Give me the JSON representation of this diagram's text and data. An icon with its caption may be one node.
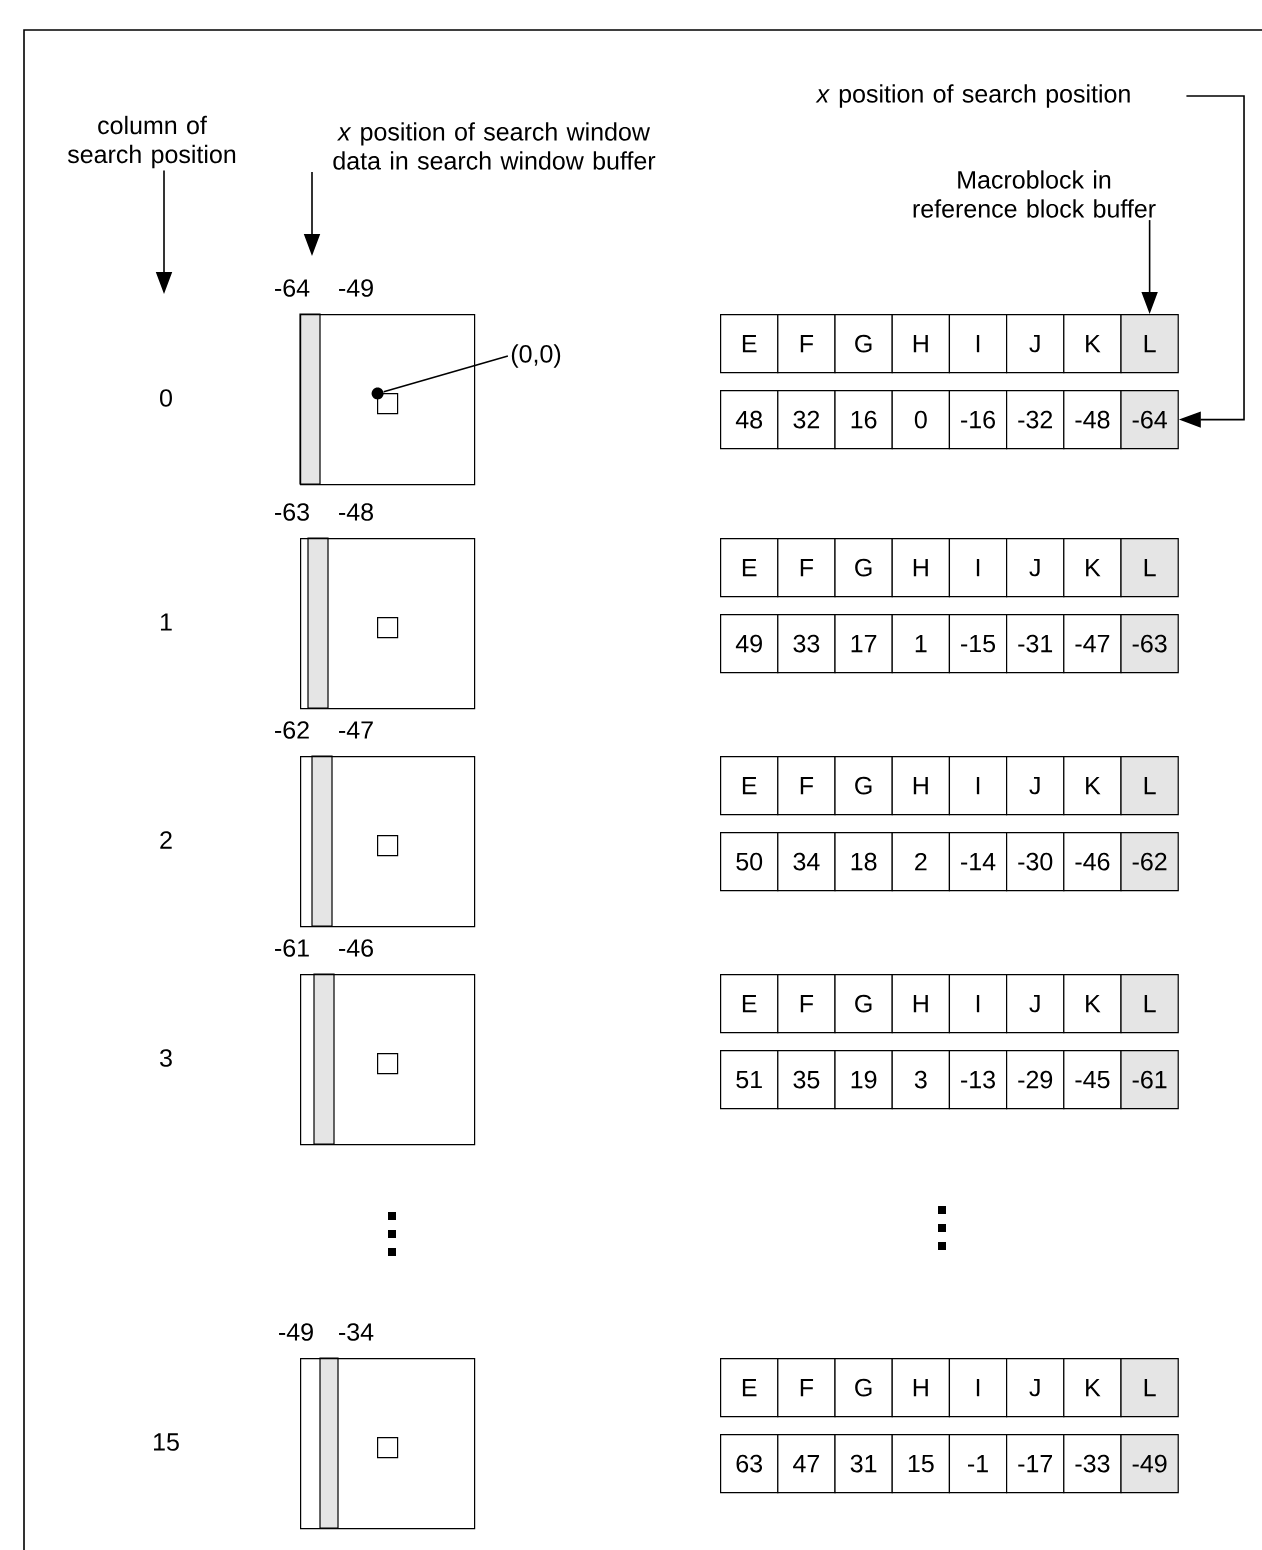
{
  "diagram": {
    "nodes": [
      {
        "text": [
          "column of search position"
        ]
      },
      {
        "text": [
          "*x* position of search window data in search window buffer"
        ]
      },
      {
        "text": [
          "*x* position of search position"
        ]
      },
      {
        "text": [
          "Macroblock in reference block buffer"
        ]
      },
      {
        "text": [
          "(0,0)"
        ]
      },
      {
        "text": [],
        "shape": "box"
      },
      {
        "text": [],
        "shape": "box",
        "in": 5
      },
      {
        "text": [
          "E"
        ]
      },
      {
        "text": [
          "F"
        ]
      },
      {
        "text": [
          "G"
        ]
      },
      {
        "text": [
          "H"
        ]
      },
      {
        "text": [
          "I"
        ]
      },
      {
        "text": [
          "J"
        ]
      },
      {
        "text": [
          "K"
        ]
      },
      {
        "text": [
          "L"
        ]
      },
      {
        "text": [
          "48"
        ]
      },
      {
        "text": [
          "32"
        ]
      },
      {
        "text": [
          "16"
        ]
      },
      {
        "text": [
          "0"
        ]
      },
      {
        "text": [
          "-16"
        ]
      },
      {
        "text": [
          "-32"
        ]
      },
      {
        "text": [
          "-48"
        ]
      },
      {
        "text": [
          "-64"
        ]
      },
      {
        "text": [],
        "shape": "box"
      },
      {
        "text": [],
        "shape": "box",
        "in": 23
      },
      {
        "text": [
          "E"
        ]
      },
      {
        "text": [
          "F"
        ]
      },
      {
        "text": [
          "G"
        ]
      },
      {
        "text": [
          "H"
        ]
      },
      {
        "text": [
          "I"
        ]
      },
      {
        "text": [
          "J"
        ]
      },
      {
        "text": [
          "K"
        ]
      },
      {
        "text": [
          "L"
        ]
      },
      {
        "text": [
          "49"
        ]
      },
      {
        "text": [
          "33"
        ]
      },
      {
        "text": [
          "17"
        ]
      },
      {
        "text": [
          "1"
        ]
      },
      {
        "text": [
          "-15"
        ]
      },
      {
        "text": [
          "-31"
        ]
      },
      {
        "text": [
          "-47"
        ]
      },
      {
        "text": [
          "-63"
        ]
      },
      {
        "text": [],
        "shape": "box"
      },
      {
        "text": [],
        "shape": "box",
        "in": 41
      },
      {
        "text": [
          "E"
        ]
      },
      {
        "text": [
          "F"
        ]
      },
      {
        "text": [
          "G"
        ]
      },
      {
        "text": [
          "H"
        ]
      },
      {
        "text": [
          "I"
        ]
      },
      {
        "text": [
          "J"
        ]
      },
      {
        "text": [
          "K"
        ]
      },
      {
        "text": [
          "L"
        ]
      },
      {
        "text": [
          "50"
        ]
      },
      {
        "text": [
          "34"
        ]
      },
      {
        "text": [
          "18"
        ]
      },
      {
        "text": [
          "2"
        ]
      },
      {
        "text": [
          "-14"
        ]
      },
      {
        "text": [
          "-30"
        ]
      },
      {
        "text": [
          "-46"
        ]
      },
      {
        "text": [
          "-62"
        ]
      },
      {
        "text": [],
        "shape": "box"
      },
      {
        "text": [],
        "shape": "box",
        "in": 59
      },
      {
        "text": [
          "E"
        ]
      },
      {
        "text": [
          "F"
        ]
      },
      {
        "text": [
          "G"
        ]
      },
      {
        "text": [
          "H"
        ]
      },
      {
        "text": [
          "I"
        ]
      },
      {
        "text": [
          "J"
        ]
      },
      {
        "text": [
          "K"
        ]
      },
      {
        "text": [
          "L"
        ]
      },
      {
        "text": [
          "51"
        ]
      },
      {
        "text": [
          "35"
        ]
      },
      {
        "text": [
          "19"
        ]
      },
      {
        "text": [
          "3"
        ]
      },
      {
        "text": [
          "-13"
        ]
      },
      {
        "text": [
          "-29"
        ]
      },
      {
        "text": [
          "-45"
        ]
      },
      {
        "text": [
          "-61"
        ]
      },
      {
        "text": [],
        "shape": "box"
      },
      {
        "text": [],
        "shape": "box",
        "in": 77
      },
      {
        "text": [
          "E"
        ]
      },
      {
        "text": [
          "F"
        ]
      },
      {
        "text": [
          "G"
        ]
      },
      {
        "text": [
          "H"
        ]
      },
      {
        "text": [
          "I"
        ]
      },
      {
        "text": [
          "J"
        ]
      },
      {
        "text": [
          "K"
        ]
      },
      {
        "text": [
          "L"
        ]
      },
      {
        "text": [
          "63"
        ]
      },
      {
        "text": [
          "47"
        ]
      },
      {
        "text": [
          "31"
        ]
      },
      {
        "text": [
          "15"
        ]
      },
      {
        "text": [
          "-1"
        ]
      },
      {
        "text": [
          "-17"
        ]
      },
      {
        "text": [
          "-33"
        ]
      },
      {
        "text": [
          "-49"
        ]
      },
      {
        "text": [],
        "shape": "circle",
        "in": 5
      }
    ],
    "edges": [
      {
        "from": 0,
        "to": null,
        "arrow": "to"
      },
      {
        "from": 1,
        "to": null,
        "arrow": "to"
      },
      {
        "from": 2,
        "to": 22,
        "arrow": "to"
      },
      {
        "from": 3,
        "to": 14,
        "arrow": "to"
      },
      {
        "from": 4,
        "to": 95,
        "arrow": "none"
      }
    ],
    "labels": [
      "-64",
      "-49",
      "0",
      "-63",
      "-48",
      "1",
      "-62",
      "-47",
      "2",
      "-61",
      "-46",
      "3",
      "-49",
      "-34",
      "15"
    ]
  }
}
